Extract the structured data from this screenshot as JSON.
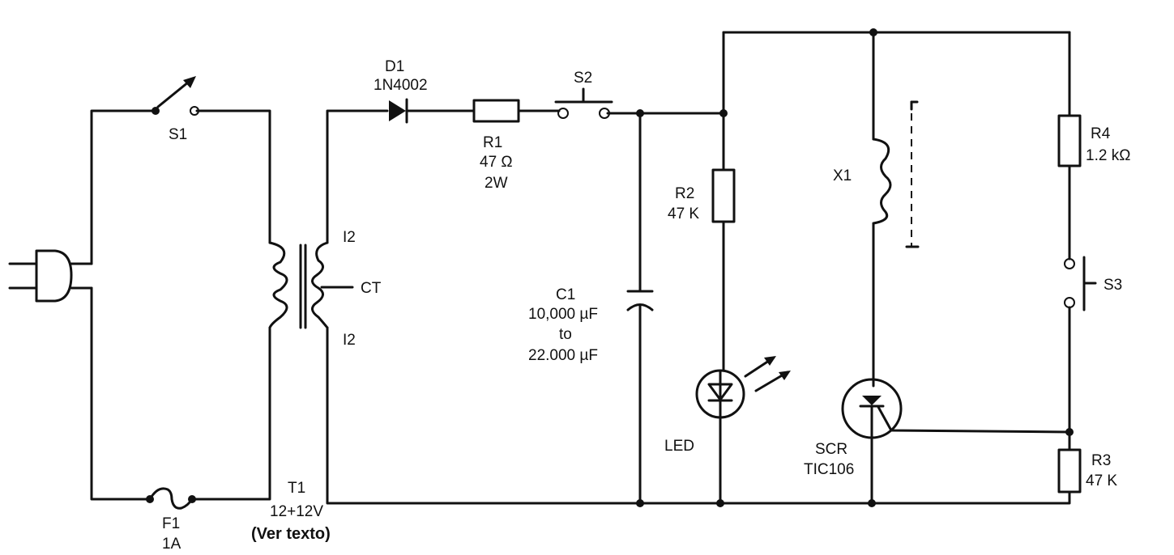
{
  "labels": {
    "s1": "S1",
    "f1": "F1",
    "f1_rating": "1A",
    "t1": "T1",
    "t1_rating": "12+12V",
    "t1_note": "(Ver texto)",
    "winding_top": "I2",
    "winding_ct": "CT",
    "winding_bottom": "I2",
    "d1": "D1",
    "d1_part": "1N4002",
    "r1": "R1",
    "r1_value": "47 Ω",
    "r1_power": "2W",
    "s2": "S2",
    "c1": "C1",
    "c1_value1": "10,000 µF",
    "c1_to": "to",
    "c1_value2": "22.000 µF",
    "r2": "R2",
    "r2_value": "47 K",
    "led": "LED",
    "x1": "X1",
    "scr": "SCR",
    "scr_part": "TIC106",
    "r4": "R4",
    "r4_value": "1.2 kΩ",
    "s3": "S3",
    "r3": "R3",
    "r3_value": "47 K"
  }
}
